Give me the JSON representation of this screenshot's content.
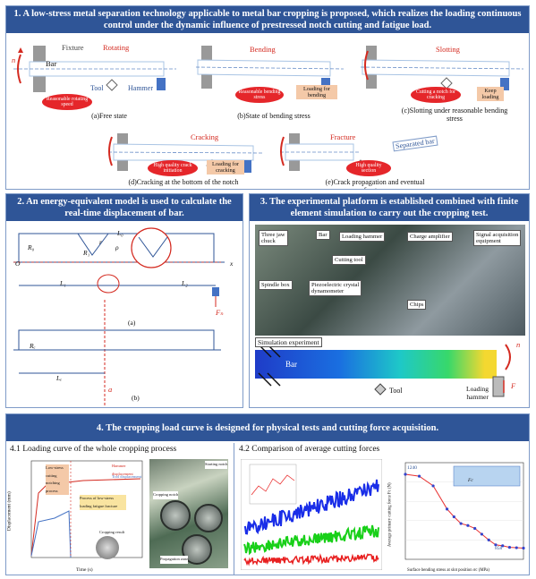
{
  "section1": {
    "title": "1. A low-stress metal separation technology applicable to metal bar cropping is proposed, which realizes the loading continuous control under the dynamic influence of prestressed notch cutting and fatigue load.",
    "a": {
      "fixture": "Fixture",
      "rotating": "Rotating",
      "n": "n",
      "bar": "Bar",
      "tool": "Tool",
      "hammer": "Hammer",
      "ellipse": "Reasonable rotating speed",
      "caption": "(a)Free state"
    },
    "b": {
      "title": "Bending",
      "ellipse": "Reasonable bending stress",
      "box": "Loading for bending",
      "caption": "(b)State of bending stress"
    },
    "c": {
      "title": "Slotting",
      "ellipse": "Cutting a notch for cracking",
      "box": "Keep loading",
      "caption": "(c)Slotting under reasonable bending stress"
    },
    "d": {
      "title": "Cracking",
      "ellipse": "High quality crack initiation",
      "box": "Loading for cracking",
      "caption": "(d)Cracking at the bottom of the notch"
    },
    "e": {
      "title": "Fracture",
      "separated": "Separated bar",
      "ellipse": "High quality section",
      "caption": "(e)Crack propagation and eventual fracture"
    }
  },
  "section2": {
    "title": "2. An energy-equivalent model is used to calculate the real-time displacement of bar.",
    "labels": {
      "L0": "L₀",
      "R0": "R₀",
      "R1": "R₁",
      "r": "r",
      "rho": "ρ",
      "L1": "L₁",
      "L2": "L₂",
      "x": "x",
      "o": "O",
      "Fn": "Fₙ",
      "Re": "Rₑ",
      "Le": "Lₑ",
      "a": "a",
      "cap_a": "(a)",
      "cap_b": "(b)"
    }
  },
  "section3": {
    "title": "3. The experimental platform is established combined with finite element simulation to carry out the cropping test.",
    "callouts": {
      "three_jaw": "Three jaw\nchuck",
      "bar": "Bar",
      "loading_hammer": "Loading hammer",
      "charge_amp": "Charge amplifier",
      "signal": "Signal acquisition\nequipment",
      "cutting_tool": "Cutting tool",
      "spindle": "Spindle box",
      "piezo": "Piezoelectric crystal\ndynamometer",
      "chips": "Chips"
    },
    "sim": {
      "label": "Simulation experiment",
      "bar": "Bar",
      "tool": "Tool",
      "hammer": "Loading\nhammer",
      "n": "n",
      "F": "F"
    }
  },
  "section4": {
    "title": "4. The cropping load curve is designed for physical tests and cutting force acquisition.",
    "sub1": "4.1 Loading curve of the whole cropping process",
    "sub2": "4.2 Comparison of average cutting forces",
    "plot1": {
      "ylabel": "Displacement (mm)",
      "xlabel": "Time (s)",
      "legend1": "Hammer displacement",
      "legend2": "Tool displacement",
      "ann1": "Low-stress cutting notching process",
      "ann2": "Process of low-stress loading fatigue fracture",
      "ann3": "Cropping result",
      "photo_ann1": "Starting notch",
      "photo_ann2": "Cropping notch",
      "photo_ann3": "Propagation zone"
    },
    "plot2": {
      "ylabel": "Average primary cutting force Fc (N)",
      "xlabel": "Surface bending stress at slot position σc (MPa)",
      "top_value": "1240",
      "bottom_value": "858",
      "fc": "Fc"
    }
  },
  "chart_data": {
    "type": "line",
    "title": "",
    "xlabel": "Surface bending stress at slot position σc (MPa)",
    "ylabel": "Average primary cutting force Fc (N)",
    "ylim": [
      800,
      1300
    ],
    "x": [
      0,
      40,
      80,
      120,
      140,
      160,
      180,
      200,
      220,
      240,
      260,
      280,
      300,
      320,
      340
    ],
    "values": [
      1240,
      1230,
      1180,
      1060,
      1020,
      985,
      975,
      960,
      930,
      900,
      875,
      870,
      862,
      860,
      858
    ]
  }
}
